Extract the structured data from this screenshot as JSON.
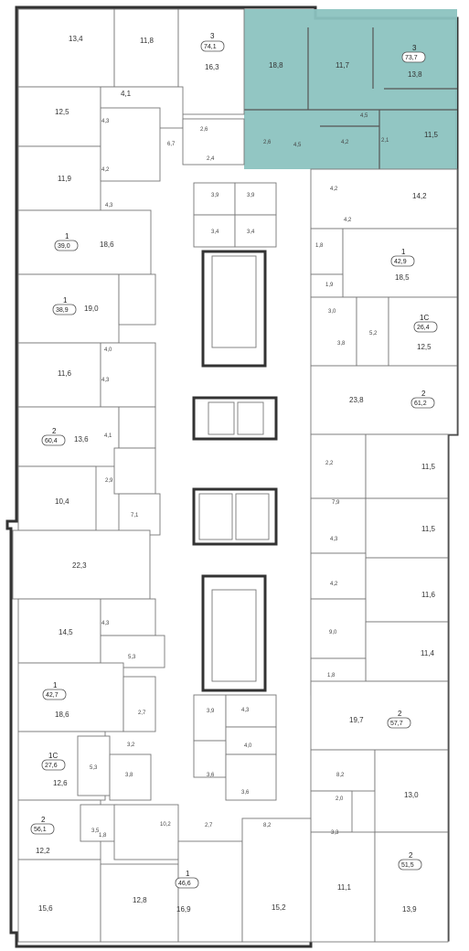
{
  "highlight_color": "#8cc3c0",
  "apartments": [
    {
      "rooms": "3",
      "area": "74,1"
    },
    {
      "rooms": "3",
      "area": "73,7"
    },
    {
      "rooms": "1",
      "area": "39,0"
    },
    {
      "rooms": "1",
      "area": "42,9"
    },
    {
      "rooms": "1",
      "area": "38,9"
    },
    {
      "rooms": "1С",
      "area": "26,4"
    },
    {
      "rooms": "2",
      "area": "61,2"
    },
    {
      "rooms": "2",
      "area": "60,4"
    },
    {
      "rooms": "1",
      "area": "42,7"
    },
    {
      "rooms": "2",
      "area": "57,7"
    },
    {
      "rooms": "1С",
      "area": "27,6"
    },
    {
      "rooms": "2",
      "area": "56,1"
    },
    {
      "rooms": "2",
      "area": "51,5"
    },
    {
      "rooms": "1",
      "area": "46,6"
    }
  ],
  "rooms": [
    "13,4",
    "11,8",
    "16,3",
    "18,8",
    "11,7",
    "13,8",
    "11,5",
    "12,5",
    "4,1",
    "4,3",
    "4,2",
    "2,6",
    "2,6",
    "4,5",
    "4,5",
    "4,2",
    "2,1",
    "6,7",
    "2,4",
    "11,9",
    "4,3",
    "18,6",
    "3,9",
    "3,9",
    "3,4",
    "3,4",
    "4,2",
    "4,2",
    "14,2",
    "1,8",
    "18,5",
    "19,0",
    "1,9",
    "3,0",
    "5,2",
    "3,8",
    "12,5",
    "4,0",
    "11,6",
    "4,3",
    "23,8",
    "13,6",
    "4,1",
    "2,2",
    "2,9",
    "11,5",
    "10,4",
    "7,9",
    "7,1",
    "11,5",
    "22,3",
    "4,3",
    "4,2",
    "11,6",
    "14,5",
    "4,3",
    "9,0",
    "5,3",
    "11,4",
    "1,8",
    "18,6",
    "2,7",
    "3,9",
    "4,3",
    "4,0",
    "19,7",
    "3,2",
    "5,3",
    "3,8",
    "3,6",
    "3,6",
    "12,6",
    "8,2",
    "13,0",
    "2,0",
    "3,5",
    "1,8",
    "10,2",
    "2,7",
    "8,2",
    "3,3",
    "12,2",
    "15,6",
    "12,8",
    "16,9",
    "15,2",
    "11,1",
    "13,9"
  ]
}
